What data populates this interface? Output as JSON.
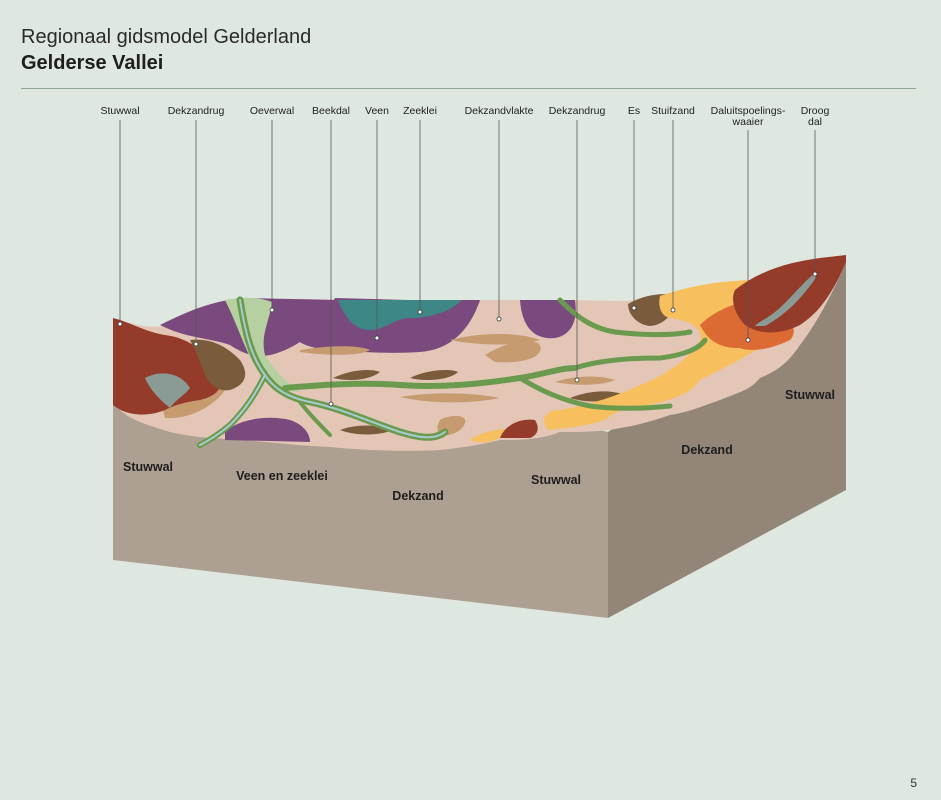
{
  "header": {
    "title": "Regionaal gidsmodel Gelderland",
    "subtitle": "Gelderse Vallei"
  },
  "landform_labels": [
    "Stuwwal",
    "Dekzandrug",
    "Oeverwal",
    "Beekdal",
    "Veen",
    "Zeeklei",
    "Dekzandvlakte",
    "Dekzandrug",
    "Es",
    "Stuifzand",
    "Daluitspoelings-\nwaaier",
    "Droog\ndal"
  ],
  "block_labels": [
    "Stuwwal",
    "Veen en zeeklei",
    "Dekzand",
    "Stuwwal",
    "Dekzand",
    "Stuwwal"
  ],
  "colors": {
    "background": "#dfe8e0",
    "front_face": "#ad9f91",
    "side_face": "#948579",
    "stuwwal": "#953b2a",
    "dekzandvlakte": "#e3c6b5",
    "dekzandrug": "#c69b70",
    "veen": "#7a4a7e",
    "zeeklei": "#3d8787",
    "beekdal": "#6a9a4e",
    "stuifzand": "#f7bf5e",
    "es": "#7a5c3c",
    "daluitspoelingswaaier": "#db6b32"
  },
  "page_number": "5"
}
